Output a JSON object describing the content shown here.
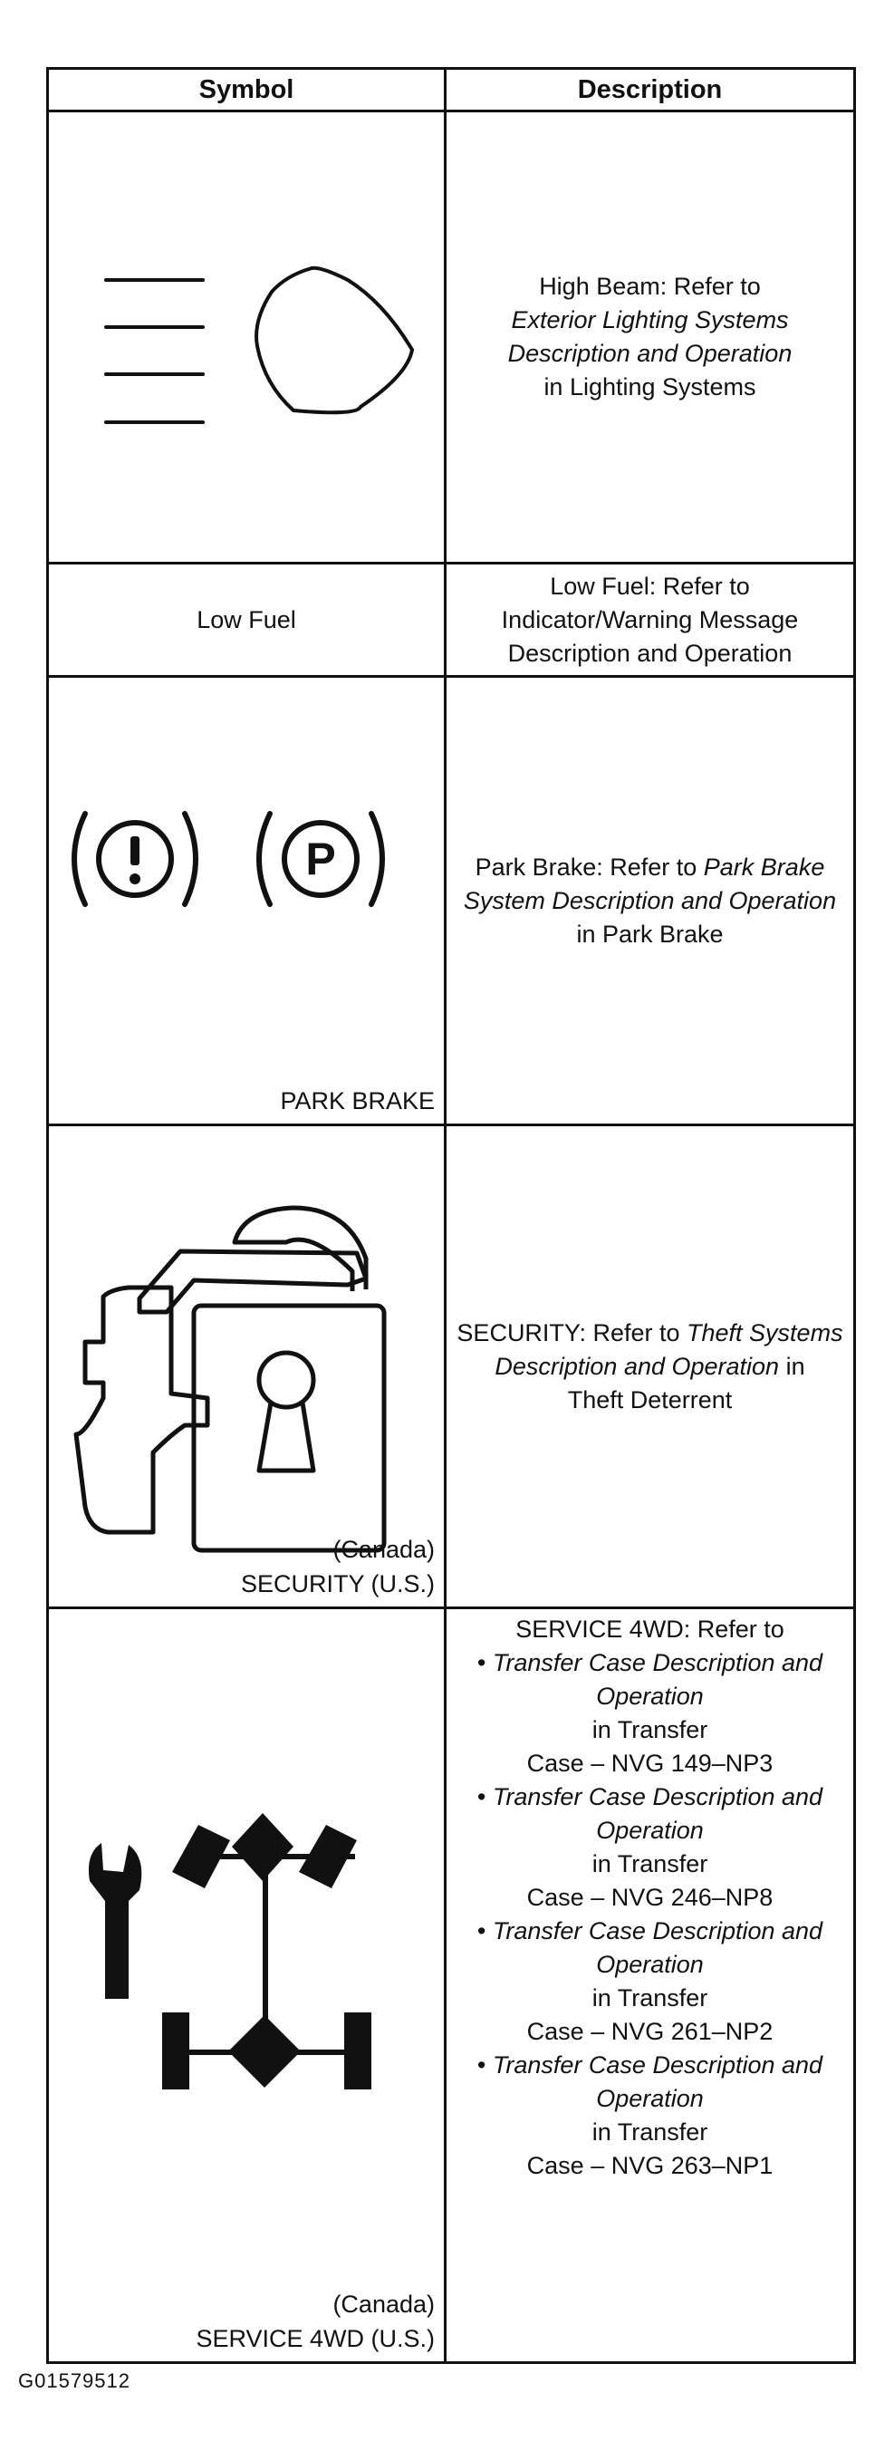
{
  "headers": {
    "symbol": "Symbol",
    "description": "Description"
  },
  "rows": {
    "high_beam": {
      "icon": "high-beam-icon",
      "lead": "High Beam: Refer to",
      "italic": "Exterior Lighting Systems Description and Operation",
      "tail": "in Lighting Systems"
    },
    "low_fuel": {
      "symbol_text": "Low Fuel",
      "desc": "Low Fuel: Refer to Indicator/Warning Message Description and Operation"
    },
    "park_brake": {
      "icon": "park-brake-icon",
      "symbol_caption": "PARK BRAKE",
      "lead": "Park Brake: Refer to",
      "italic": "Park Brake System Description and Operation",
      "tail": "in Park Brake"
    },
    "security": {
      "icon": "security-lock-icon",
      "caption_line1": "(Canada)",
      "caption_line2": "SECURITY (U.S.)",
      "lead": "SECURITY: Refer to",
      "italic": "Theft Systems Description and Operation",
      "mid": "in",
      "tail": "Theft Deterrent"
    },
    "service_4wd": {
      "icon": "service-4wd-icon",
      "caption_line1": "(Canada)",
      "caption_line2": "SERVICE 4WD (U.S.)",
      "lead": "SERVICE 4WD: Refer to",
      "bullet": "•",
      "items": [
        {
          "italic": "Transfer Case Description and Operation",
          "tail1": "in Transfer",
          "tail2": "Case – NVG 149–NP3"
        },
        {
          "italic": "Transfer Case Description and Operation",
          "tail1": "in Transfer",
          "tail2": "Case – NVG 246–NP8"
        },
        {
          "italic": "Transfer Case Description and Operation",
          "tail1": "in Transfer",
          "tail2": "Case – NVG 261–NP2"
        },
        {
          "italic": "Transfer Case Description and Operation",
          "tail1": "in Transfer",
          "tail2": "Case – NVG 263–NP1"
        }
      ]
    }
  },
  "figure_id": "G01579512"
}
